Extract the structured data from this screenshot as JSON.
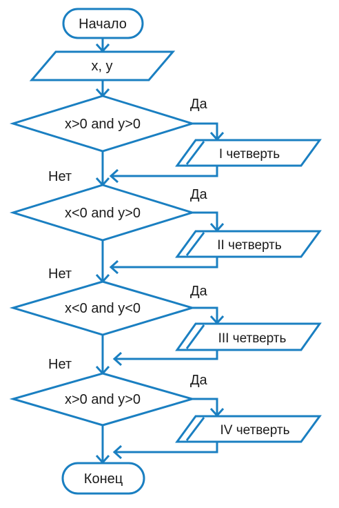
{
  "start_label": "Начало",
  "input_label": "x, y",
  "end_label": "Конец",
  "decisions": [
    {
      "condition": "x>0 and y>0",
      "yes_label": "Да",
      "no_label": "Нет",
      "output": "I четверть"
    },
    {
      "condition": "x<0 and y>0",
      "yes_label": "Да",
      "no_label": "Нет",
      "output": "II четверть"
    },
    {
      "condition": "x<0 and y<0",
      "yes_label": "Да",
      "no_label": "Нет",
      "output": "III четверть"
    },
    {
      "condition": "x>0 and y>0",
      "yes_label": "Да",
      "no_label": "",
      "output": "IV четверть"
    }
  ],
  "colors": {
    "stroke": "#1a7fc1",
    "text": "#1a1a1a",
    "background": "#ffffff"
  }
}
